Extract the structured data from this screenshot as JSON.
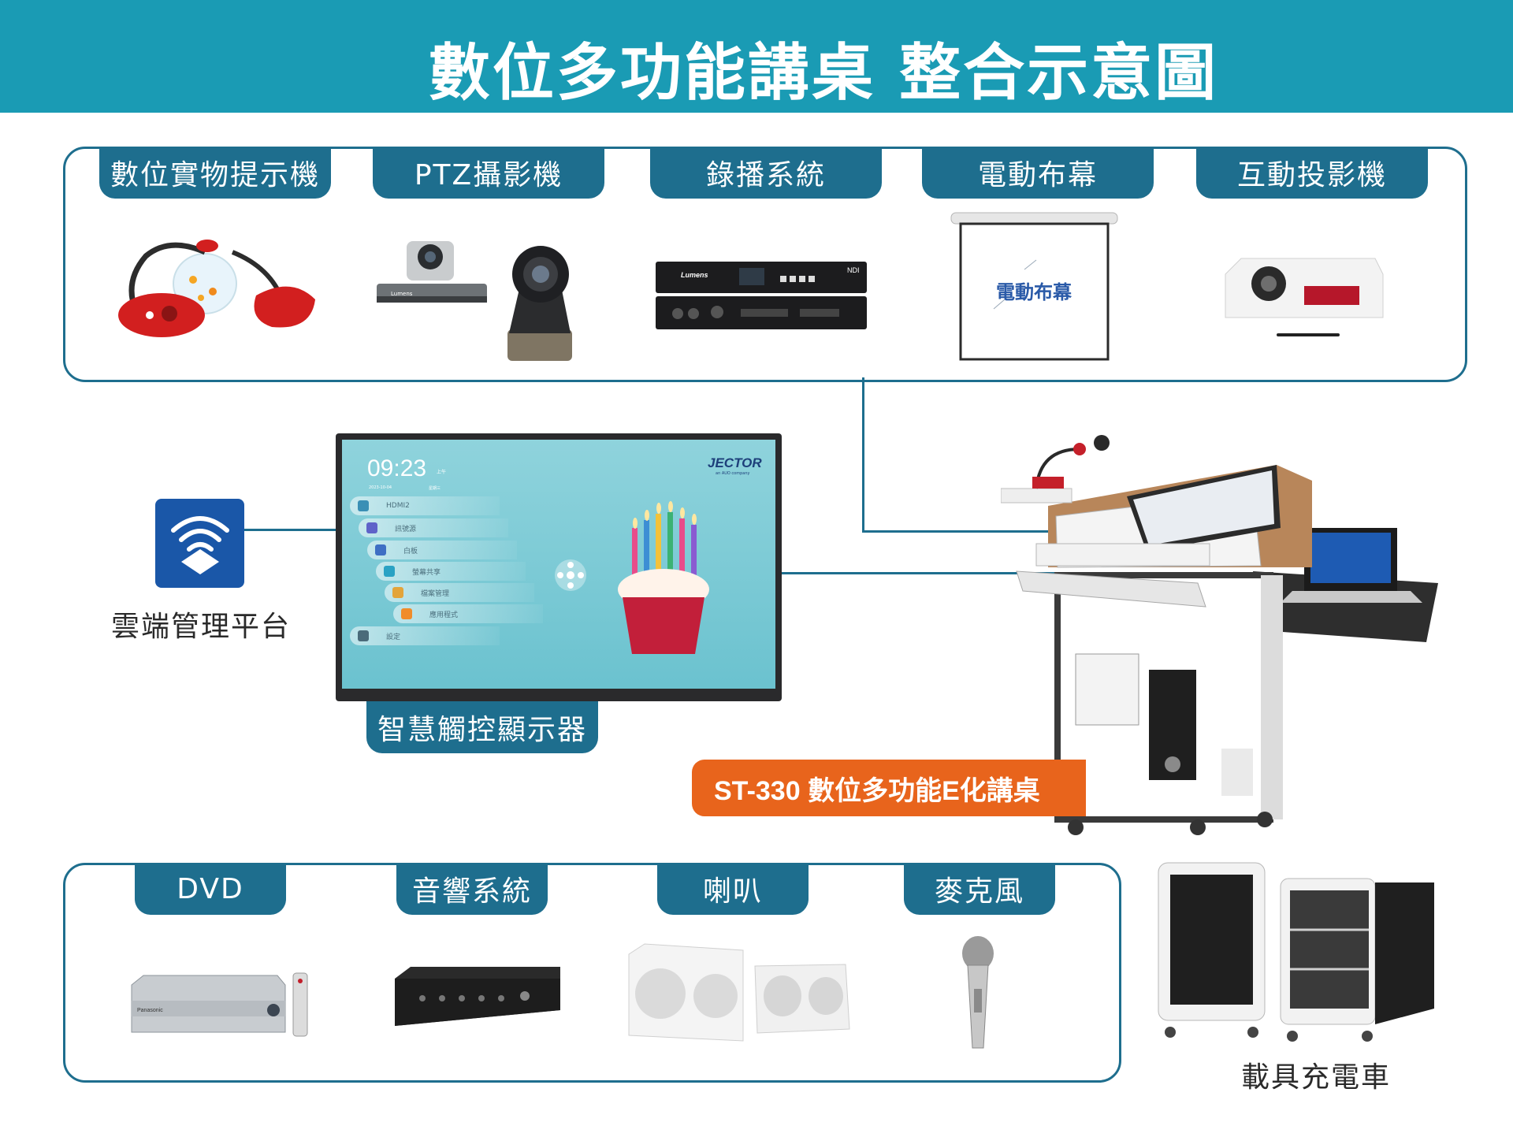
{
  "title": "數位多功能講桌 整合示意圖",
  "top_devices": [
    {
      "label": "數位實物提示機",
      "icon": "document-camera-icon"
    },
    {
      "label": "PTZ攝影機",
      "icon": "ptz-camera-icon"
    },
    {
      "label": "錄播系統",
      "icon": "recording-system-icon"
    },
    {
      "label": "電動布幕",
      "icon": "projection-screen-icon"
    },
    {
      "label": "互動投影機",
      "icon": "interactive-projector-icon"
    }
  ],
  "recorder_brand": "Lumens",
  "recorder_ndi": "NDI",
  "camera_brand": "Lumens",
  "screen_text": "電動布幕",
  "cloud": {
    "label": "雲端管理平台",
    "icon": "wifi-cloud-icon"
  },
  "display": {
    "label": "智慧觸控顯示器",
    "clock": "09:23",
    "ampm": "上午",
    "date": "2023-10-04",
    "weekday": "星期三",
    "brand": "JECTOR",
    "brand_sub": "an AUO company",
    "menu": [
      "HDMI2",
      "訊號源",
      "白板",
      "螢幕共享",
      "檔案管理",
      "應用程式",
      "設定"
    ]
  },
  "podium": {
    "label": "ST-330 數位多功能E化講桌"
  },
  "bottom_devices": [
    {
      "label": "DVD",
      "icon": "dvd-player-icon"
    },
    {
      "label": "音響系統",
      "icon": "amplifier-icon"
    },
    {
      "label": "喇叭",
      "icon": "speaker-icon"
    },
    {
      "label": "麥克風",
      "icon": "microphone-icon"
    }
  ],
  "dvd_brand": "Panasonic",
  "charging_cart": {
    "label": "載具充電車",
    "icon": "charging-cart-icon"
  },
  "colors": {
    "header": "#1a9bb4",
    "tab": "#1e6e8e",
    "accent": "#e8641c"
  }
}
